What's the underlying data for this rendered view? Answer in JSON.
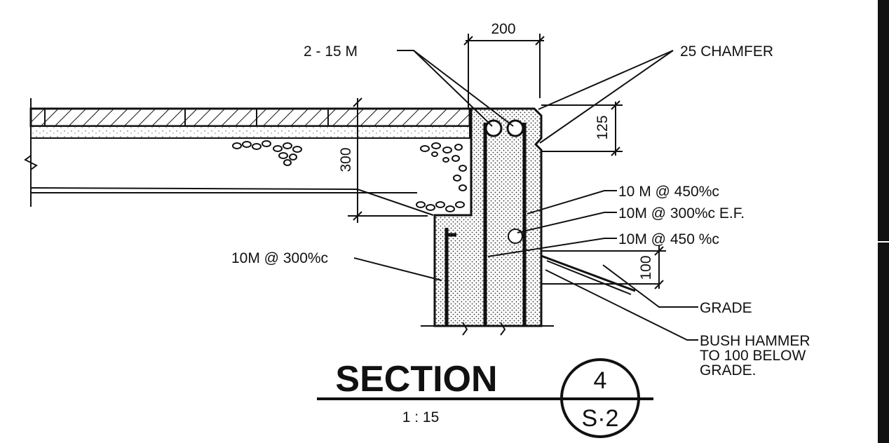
{
  "callouts": {
    "bars_top": "2 - 15 M",
    "chamfer": "25 CHAMFER",
    "horiz_bar_1": "10 M @ 450%c",
    "vert_bar": "10M @ 300%c E.F.",
    "horiz_bar_2": "10M @ 450 %c",
    "footing_bar": "10M @ 300%c",
    "grade": "GRADE",
    "bush_hammer": [
      "BUSH HAMMER",
      "TO 100 BELOW",
      "GRADE."
    ]
  },
  "dimensions": {
    "wall_width": "200",
    "slab_depth": "300",
    "top_chamfer_drop": "125",
    "below_grade": "100"
  },
  "title": {
    "heading": "SECTION",
    "scale": "1 : 15",
    "detail_number": "4",
    "sheet_number": "S·2"
  },
  "colors": {
    "ink": "#111111",
    "paper": "#ffffff"
  }
}
